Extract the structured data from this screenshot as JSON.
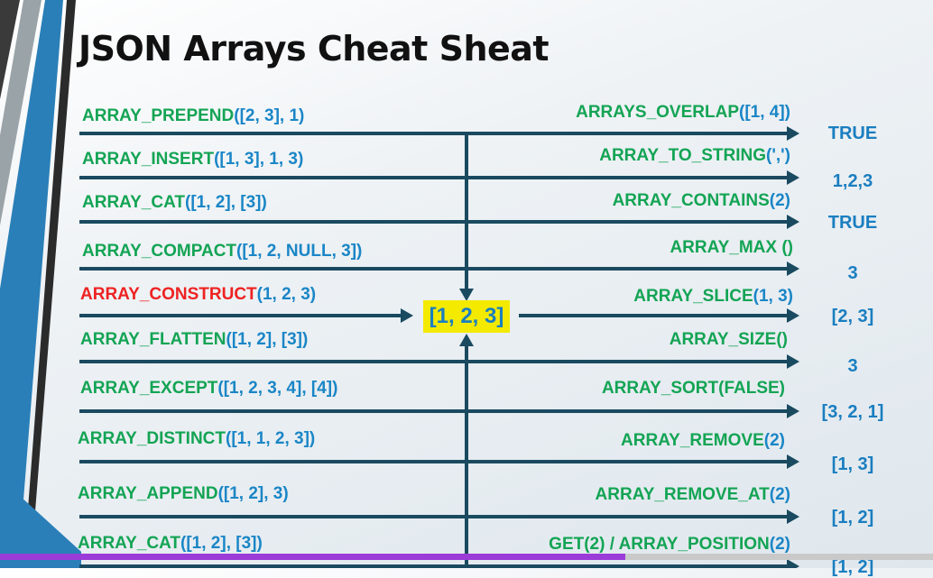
{
  "title": "JSON Arrays Cheat Sheat",
  "center_value": "[1, 2, 3]",
  "left_functions": [
    {
      "name": "ARRAY_PREPEND",
      "args": "([2, 3], 1)"
    },
    {
      "name": "ARRAY_INSERT",
      "args": "([1, 3], 1, 3)"
    },
    {
      "name": "ARRAY_CAT",
      "args": "([1, 2], [3])"
    },
    {
      "name": "ARRAY_COMPACT",
      "args": "([1, 2, NULL, 3])"
    },
    {
      "name": "ARRAY_CONSTRUCT",
      "args": "(1, 2, 3)",
      "highlight": true
    },
    {
      "name": "ARRAY_FLATTEN",
      "args": "([1, 2], [3])"
    },
    {
      "name": "ARRAY_EXCEPT",
      "args": "([1, 2, 3, 4], [4])"
    },
    {
      "name": "ARRAY_DISTINCT",
      "args": "([1, 1, 2, 3])"
    },
    {
      "name": "ARRAY_APPEND",
      "args": "([1, 2], 3)"
    },
    {
      "name": "ARRAY_CAT",
      "args": "([1, 2], [3])"
    }
  ],
  "right_functions": [
    {
      "name": "ARRAYS_OVERLAP",
      "args": "([1, 4])"
    },
    {
      "name": "ARRAY_TO_STRING",
      "args": "(',')"
    },
    {
      "name": "ARRAY_CONTAINS",
      "args": "(2)"
    },
    {
      "name": "ARRAY_MAX ()",
      "args": ""
    },
    {
      "name": "ARRAY_SLICE",
      "args": "(1, 3)"
    },
    {
      "name": "ARRAY_SIZE()",
      "args": ""
    },
    {
      "name": "ARRAY_SORT(FALSE)",
      "args": ""
    },
    {
      "name": "ARRAY_REMOVE",
      "args": "(2)"
    },
    {
      "name": "ARRAY_REMOVE_AT",
      "args": "(2)"
    },
    {
      "name": "GET(2) / ARRAY_POSITION",
      "args": "(2)"
    }
  ],
  "results": [
    "TRUE",
    "1,2,3",
    "TRUE",
    "3",
    "[2, 3]",
    "3",
    "[3, 2, 1]",
    "[1, 3]",
    "[1, 2]",
    "[1, 2]"
  ],
  "colors": {
    "function_name": "#13a454",
    "highlight_name": "#ee2222",
    "args": "#1a86c6",
    "result": "#1a7ec0",
    "arrow": "#1a4a60",
    "center_box": "#f3ea00",
    "progress_bar": "#9b3bd8"
  },
  "video_progress": 0.68
}
